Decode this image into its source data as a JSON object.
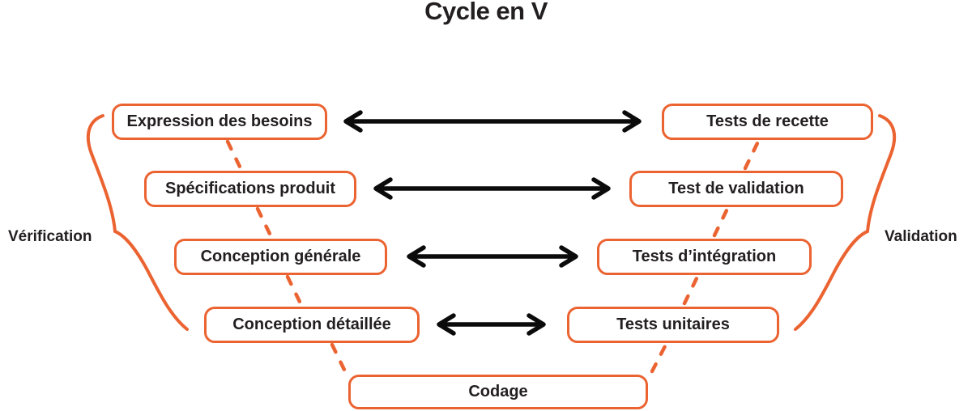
{
  "title": "Cycle en V",
  "diagram": {
    "left_phases": [
      "Expression des besoins",
      "Spécifications produit",
      "Conception générale",
      "Conception détaillée"
    ],
    "right_phases": [
      "Tests de recette",
      "Test de validation",
      "Tests d’intégration",
      "Tests unitaires"
    ],
    "bottom_phase": "Codage",
    "left_label": "Vérification",
    "right_label": "Validation"
  },
  "colors": {
    "accent_orange": "#EB6331",
    "text_dark": "#231F20",
    "arrow_black": "#0B0B0B",
    "box_background": "#FFFFFF"
  }
}
